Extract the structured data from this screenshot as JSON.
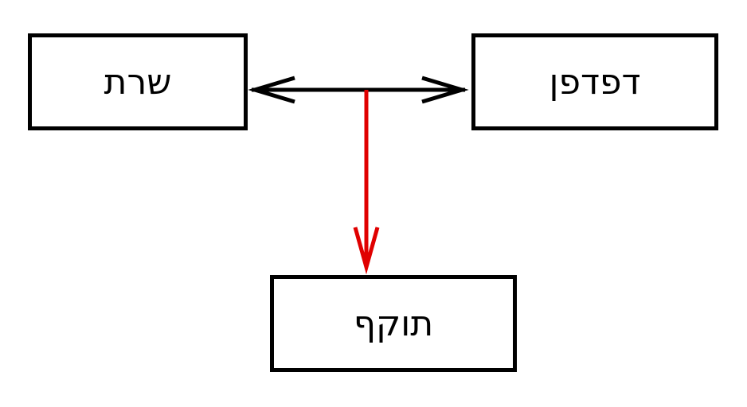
{
  "nodes": {
    "server": {
      "label": "שרת"
    },
    "browser": {
      "label": "דפדפן"
    },
    "attacker": {
      "label": "תוקף"
    }
  },
  "edges": [
    {
      "from": "server",
      "to": "browser",
      "direction": "bidirectional",
      "color": "#000000"
    },
    {
      "from": "connection",
      "to": "attacker",
      "direction": "forward",
      "color": "#e00000"
    }
  ],
  "colors": {
    "stroke": "#000000",
    "intercept": "#e00000",
    "background": "#ffffff"
  }
}
